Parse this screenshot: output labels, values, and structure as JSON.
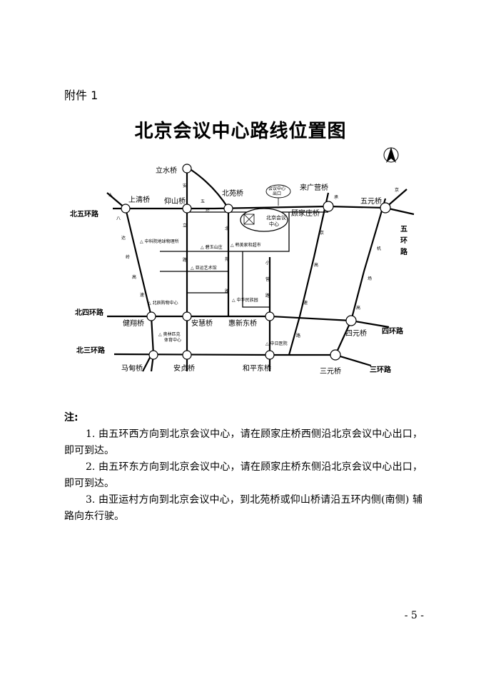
{
  "attachment_label": "附件 1",
  "title": "北京会议中心路线位置图",
  "map": {
    "roads": {
      "north_fifth_ring": "北五环路",
      "north_fourth_ring": "北四环路",
      "north_third_ring": "北三环路",
      "east_fifth_ring": "五环路",
      "east_fourth_ring": "四环路",
      "east_third_ring": "三环路",
      "anli_road": "安立路",
      "beiyuan_road": "北苑路",
      "xiaoying_road": "小营路",
      "jingcheng_expressway": "京承高速路",
      "airport_expressway": "机场高速",
      "badaling_expressway": "八达岭高速路",
      "fifth_ring_auxiliary": "五环辅路",
      "north_road": "北",
      "ring_road": "环",
      "anli_vertical": "安",
      "yuan_road": "苑",
      "lu_road": "路",
      "ru": "入"
    },
    "bridges": {
      "lishui": "立水桥",
      "shangqing": "上清桥",
      "yangshan": "仰山桥",
      "beiyuan": "北苑桥",
      "laiguangying": "来广营桥",
      "wuyuan": "五元桥",
      "guojiazhuang": "顾家庄桥",
      "jianxiang": "健翔桥",
      "anhui": "安慧桥",
      "huixindong": "惠新东桥",
      "siyuan": "四元桥",
      "madian": "马甸桥",
      "anzhen": "安贞桥",
      "hepingdong": "和平东桥",
      "sanyuan": "三元桥"
    },
    "landmarks": {
      "center_line1": "北京会议",
      "center_line2": "中心",
      "center_exit_line1": "会议中心",
      "center_exit_line2": "出口",
      "cas_geophysics": "中科院地球物理所",
      "juyushan": "碧玉山庄",
      "furniture_mall": "韩美家和超市",
      "art_center": "亚运艺术馆",
      "bird_nest": "北辰购物中心",
      "chinese_ethnic_park": "中华民族园",
      "olympic_sports_center_line1": "奥林匹克",
      "olympic_sports_center_line2": "体育中心",
      "china_japan_hospital": "中日医院"
    },
    "compass_label": "N"
  },
  "notes": {
    "heading": "注:",
    "items": [
      "1. 由五环西方向到北京会议中心，请在顾家庄桥西侧沿北京会议中心出口，即可到达。",
      "2. 由五环东方向到北京会议中心，请在顾家庄桥东侧沿北京会议中心出口，即可到达。",
      "3. 由亚运村方向到北京会议中心，到北苑桥或仰山桥请沿五环内侧(南侧) 辅路向东行驶。"
    ]
  },
  "page_number": "- 5 -"
}
